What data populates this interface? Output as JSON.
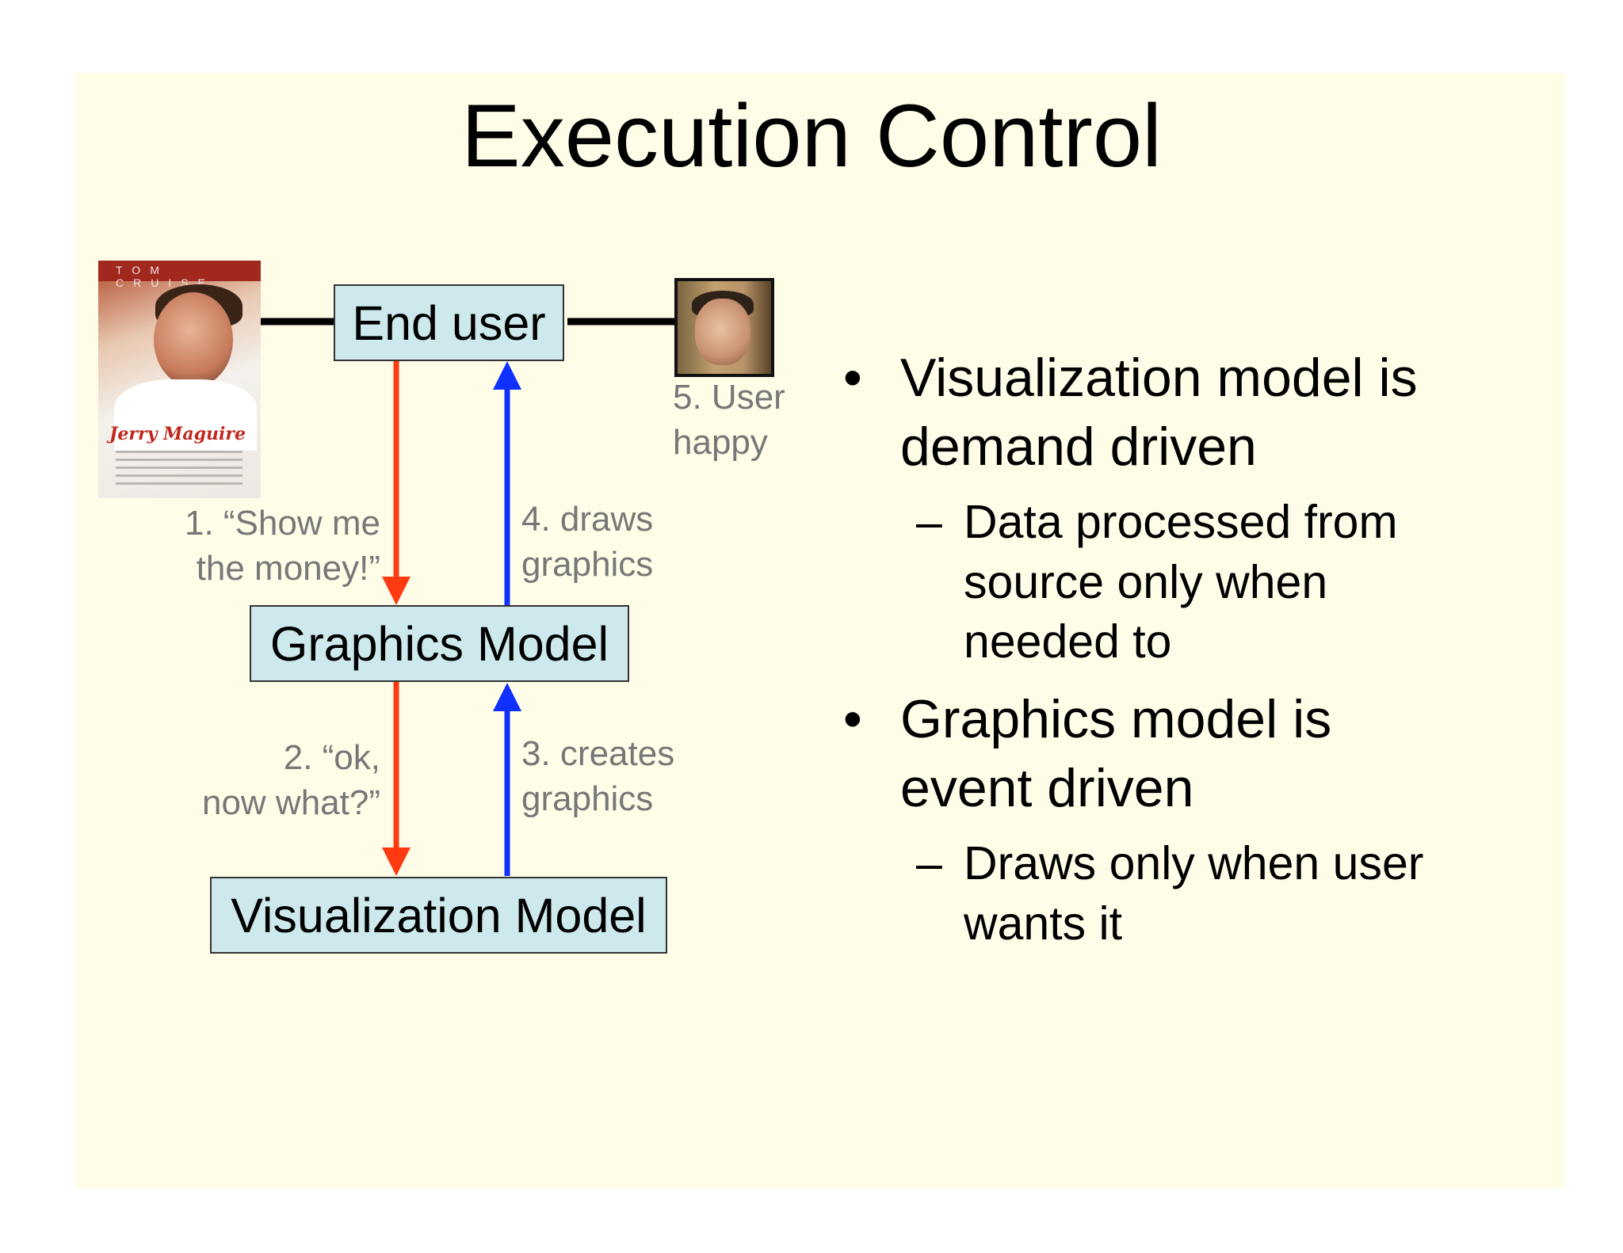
{
  "slide": {
    "title": "Execution Control",
    "background_color": "#fffde8"
  },
  "diagram": {
    "nodes": {
      "end_user": "End user",
      "graphics_model": "Graphics Model",
      "visualization_model": "Visualization Model"
    },
    "steps": {
      "step1": [
        "1. “Show me",
        "the money!”"
      ],
      "step2": [
        "2. “ok,",
        "now what?”"
      ],
      "step3": [
        "3. creates",
        "graphics"
      ],
      "step4": [
        "4. draws",
        "graphics"
      ],
      "step5": [
        "5. User",
        "happy"
      ]
    },
    "arrow_colors": {
      "request": "#ff3a10",
      "response": "#1030ff"
    },
    "node_color": "#cde9ec",
    "poster": {
      "top_text": "TOM CRUISE",
      "title_text": "Jerry Maguire"
    }
  },
  "bullets": [
    {
      "text_lines": [
        "Visualization model is",
        "demand driven"
      ],
      "sub": {
        "text_lines": [
          "Data processed from",
          "source only when",
          "needed to"
        ]
      }
    },
    {
      "text_lines": [
        "Graphics model is",
        "event driven"
      ],
      "sub": {
        "text_lines": [
          "Draws only when user",
          "wants it"
        ]
      }
    }
  ],
  "bullet_symbol": "•",
  "dash_symbol": "–"
}
